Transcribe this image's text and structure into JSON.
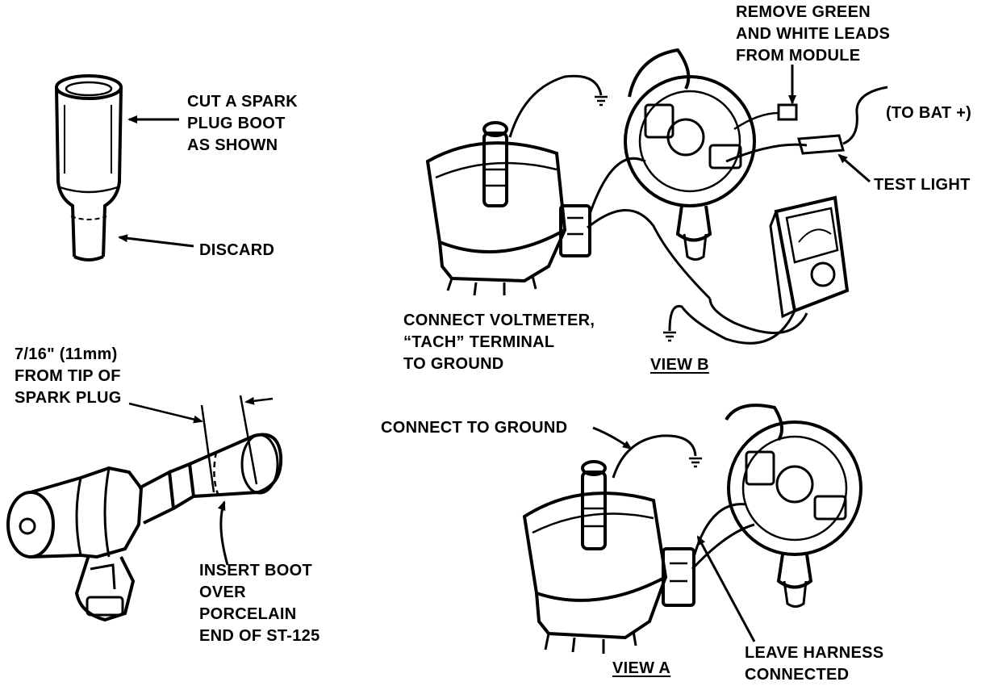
{
  "labels": {
    "cut_boot": [
      "CUT A SPARK",
      "PLUG BOOT",
      "AS SHOWN"
    ],
    "discard": "DISCARD",
    "measure": [
      "7/16\" (11mm)",
      "FROM TIP OF",
      "SPARK PLUG"
    ],
    "insert_boot": [
      "INSERT BOOT",
      "OVER",
      "PORCELAIN",
      "END OF ST-125"
    ],
    "remove_leads": [
      "REMOVE GREEN",
      "AND WHITE LEADS",
      "FROM MODULE"
    ],
    "to_bat": "(TO BAT +)",
    "test_light": "TEST LIGHT",
    "connect_voltmeter": [
      "CONNECT VOLTMETER,",
      "“TACH” TERMINAL",
      "TO GROUND"
    ],
    "view_b": "VIEW B",
    "connect_ground": "CONNECT TO GROUND",
    "view_a": "VIEW A",
    "leave_harness": [
      "LEAVE HARNESS",
      "CONNECTED"
    ]
  }
}
